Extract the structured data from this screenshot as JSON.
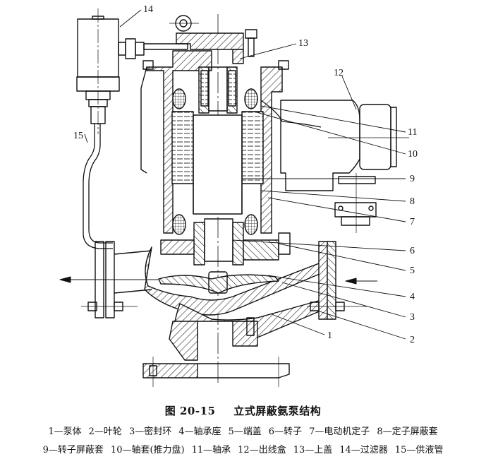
{
  "figure": {
    "number": "图 20-15",
    "title": "立式屏蔽氨泵结构"
  },
  "callouts": [
    "1",
    "2",
    "3",
    "4",
    "5",
    "6",
    "7",
    "8",
    "9",
    "10",
    "11",
    "12",
    "13",
    "14",
    "15"
  ],
  "legend": {
    "row1": [
      {
        "num": "1",
        "name": "泵体"
      },
      {
        "num": "2",
        "name": "叶轮"
      },
      {
        "num": "3",
        "name": "密封环"
      },
      {
        "num": "4",
        "name": "轴承座"
      },
      {
        "num": "5",
        "name": "端盖"
      },
      {
        "num": "6",
        "name": "转子"
      },
      {
        "num": "7",
        "name": "电动机定子"
      },
      {
        "num": "8",
        "name": "定子屏蔽套"
      }
    ],
    "row2": [
      {
        "num": "9",
        "name": "转子屏蔽套"
      },
      {
        "num": "10",
        "name": "轴套(推力盘)"
      },
      {
        "num": "11",
        "name": "轴承"
      },
      {
        "num": "12",
        "name": "出线盒"
      },
      {
        "num": "13",
        "name": "上盖"
      },
      {
        "num": "14",
        "name": "过滤器"
      },
      {
        "num": "15",
        "name": "供液管"
      }
    ]
  },
  "separator": "—"
}
